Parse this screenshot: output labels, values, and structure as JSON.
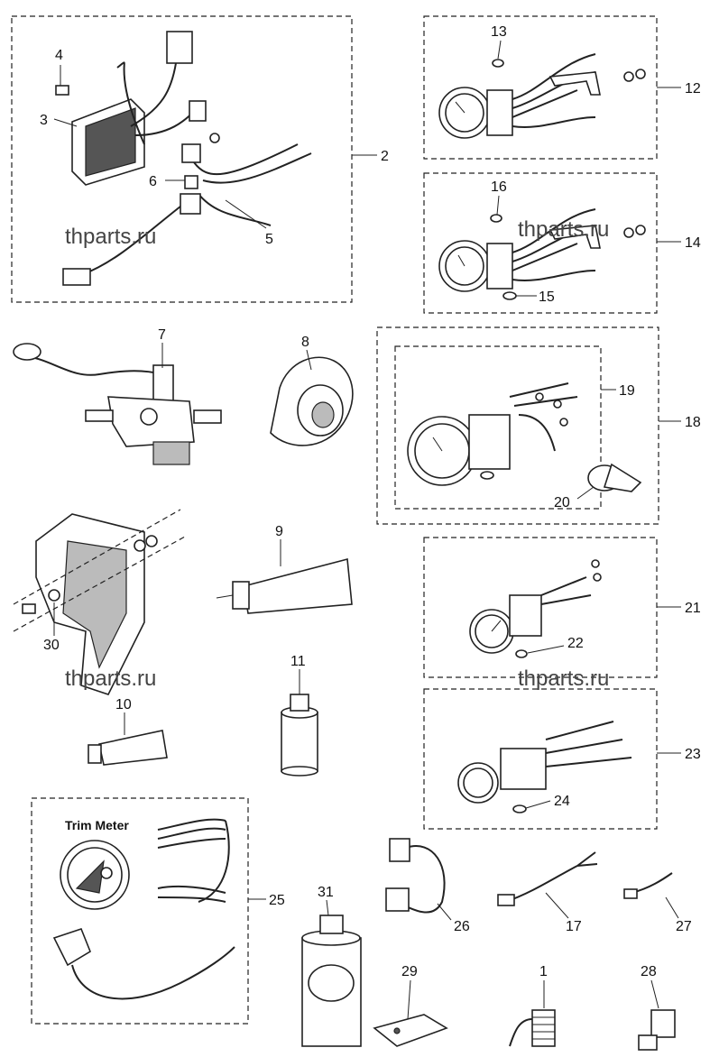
{
  "watermarks": [
    "thparts.ru",
    "thparts.ru",
    "thparts.ru",
    "thparts.ru"
  ],
  "callouts": {
    "c1": "1",
    "c2": "2",
    "c3": "3",
    "c4": "4",
    "c5": "5",
    "c6": "6",
    "c7": "7",
    "c8": "8",
    "c9": "9",
    "c10": "10",
    "c11": "11",
    "c12": "12",
    "c13": "13",
    "c14": "14",
    "c15": "15",
    "c16": "16",
    "c17": "17",
    "c18": "18",
    "c19": "19",
    "c20": "20",
    "c21": "21",
    "c22": "22",
    "c23": "23",
    "c24": "24",
    "c25": "25",
    "c26": "26",
    "c27": "27",
    "c28": "28",
    "c29": "29",
    "c30": "30",
    "c31": "31"
  },
  "trim_meter_title": "Trim Meter"
}
